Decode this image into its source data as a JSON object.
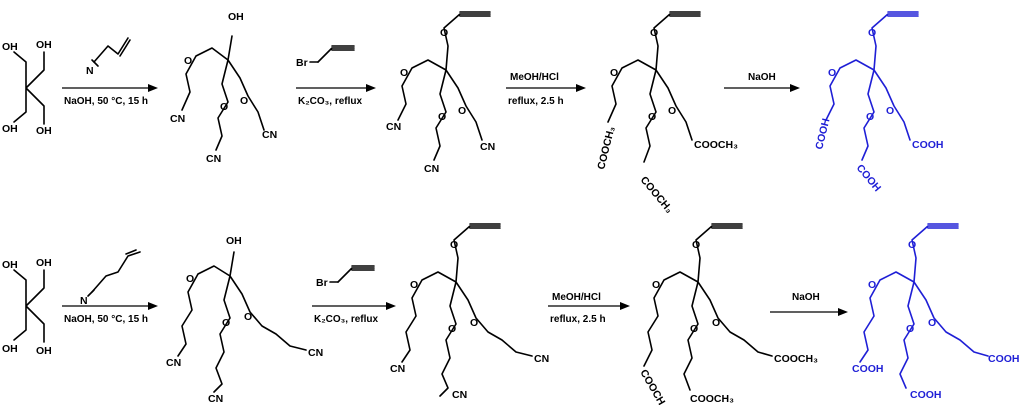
{
  "colors": {
    "product": "#1f1fd6",
    "default": "#000000"
  },
  "row1": {
    "step1": {
      "below": "NaOH, 50 °C, 15 h",
      "reagent_label": "N"
    },
    "step2": {
      "above": "Br",
      "below": "K₂CO₃, reflux"
    },
    "step3": {
      "above": "MeOH/HCl",
      "below": "reflux, 2.5 h"
    },
    "step4": {
      "above": "NaOH"
    },
    "atoms": {
      "oh": "OH",
      "o": "O",
      "cn": "CN",
      "cooch3": "COOCH₃",
      "cooch3_alt": "COOCH₃",
      "cooh": "COOH"
    }
  },
  "row2": {
    "step1": {
      "below": "NaOH, 50 °C, 15 h",
      "reagent_label": "N"
    },
    "step2": {
      "above": "Br",
      "below": "K₂CO₃, reflux"
    },
    "step3": {
      "above": "MeOH/HCl",
      "below": "reflux, 2.5 h"
    },
    "step4": {
      "above": "NaOH"
    },
    "atoms": {
      "oh": "OH",
      "o": "O",
      "cn": "CN",
      "cooch3": "COOCH₃",
      "cooh": "COOH"
    }
  }
}
